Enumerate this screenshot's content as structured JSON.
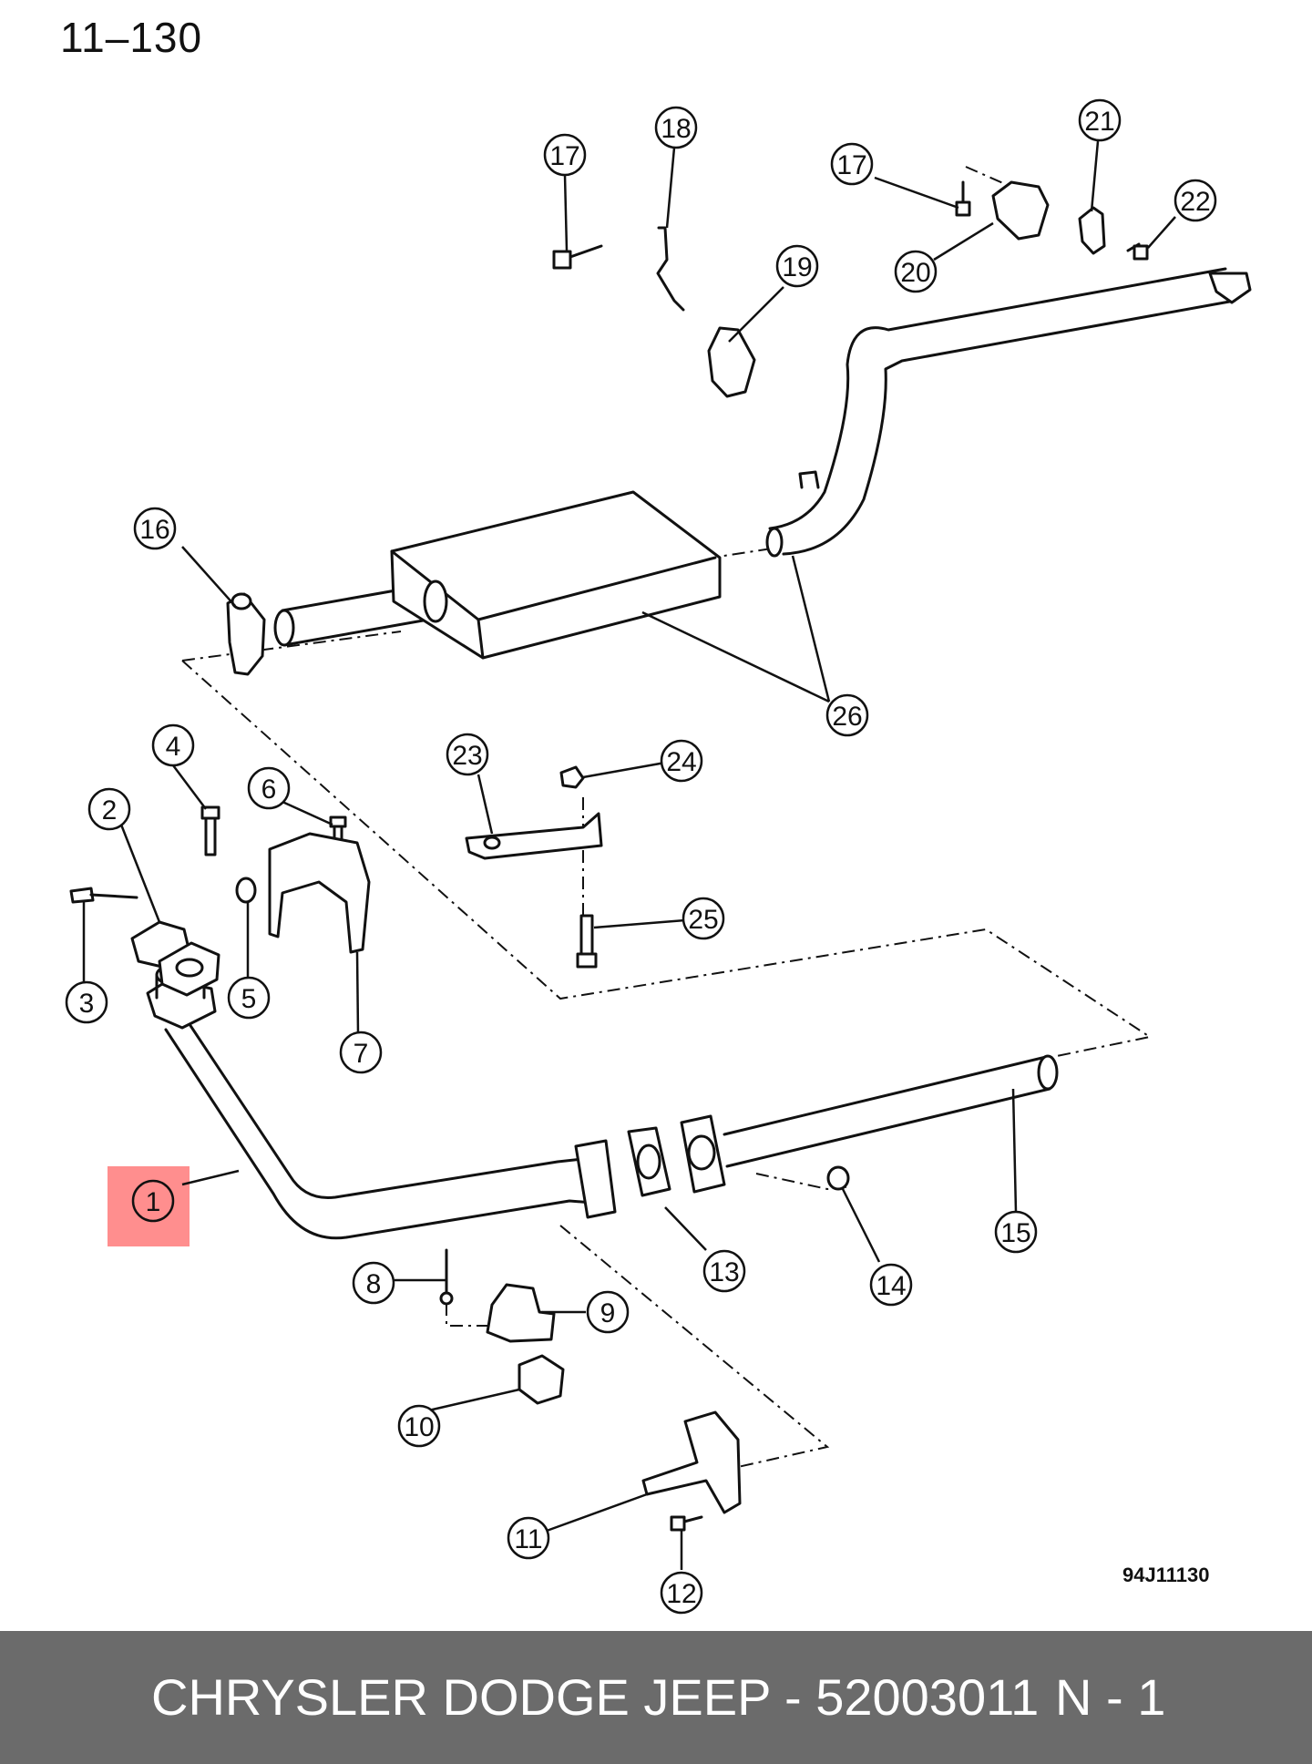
{
  "page_number": "11–130",
  "figure_code": "94J11130",
  "footer": {
    "brand_part": "CHRYSLER DODGE JEEP - 52003011",
    "quantity": "N - 1"
  },
  "highlight": {
    "part": "1",
    "color": "#ff7a7a"
  },
  "callouts": [
    "1",
    "2",
    "3",
    "4",
    "5",
    "6",
    "7",
    "8",
    "9",
    "10",
    "11",
    "12",
    "13",
    "14",
    "15",
    "16",
    "17",
    "17",
    "18",
    "19",
    "20",
    "21",
    "22",
    "23",
    "24",
    "25",
    "26"
  ],
  "colors": {
    "footer_bg": "#6b6b6b",
    "line": "#111111"
  }
}
